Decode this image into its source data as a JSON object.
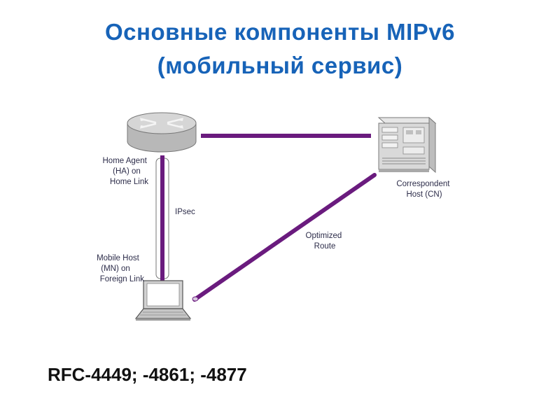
{
  "title": {
    "line1": "Основные компоненты MIPv6",
    "line2": "(мобильный сервис)"
  },
  "diagram": {
    "nodes": {
      "home_agent": {
        "icon": "router-icon",
        "label_lines": [
          "Home Agent",
          "(HA) on",
          "Home Link"
        ]
      },
      "correspondent_host": {
        "icon": "server-icon",
        "label_lines": [
          "Correspondent",
          "Host (CN)"
        ]
      },
      "mobile_host": {
        "icon": "laptop-icon",
        "label_lines": [
          "Mobile Host",
          "(MN) on",
          "Foreign Link"
        ]
      }
    },
    "links": {
      "ipsec": "IPsec",
      "optimized_route": [
        "Optimized",
        "Route"
      ]
    },
    "colors": {
      "link": "#6a1b7e",
      "title": "#1763b8"
    }
  },
  "footer": {
    "rfc": "RFC-4449; -4861; -4877"
  }
}
